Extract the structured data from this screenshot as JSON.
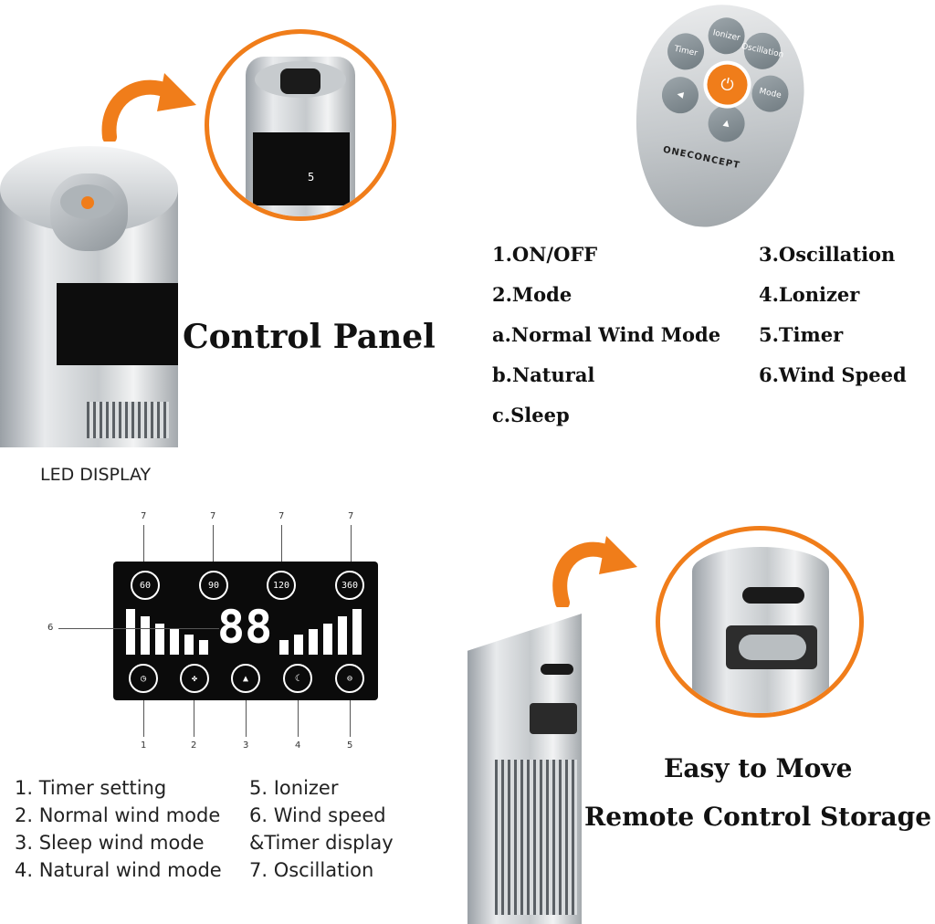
{
  "control_panel": {
    "title": "Control Panel",
    "remote_labels": {
      "timer": "Timer",
      "ionizer": "Ionizer",
      "oscillation": "Oscillation",
      "mode": "Mode",
      "brand": "ONECONCEPT"
    },
    "display_digit": "5",
    "items_left": [
      "1.ON/OFF",
      "2.Mode",
      "a.Normal Wind Mode",
      "b.Natural",
      "c.Sleep"
    ],
    "items_right": [
      "3.Oscillation",
      "4.Lonizer",
      "5.Timer",
      "6.Wind Speed"
    ]
  },
  "led_display": {
    "title": "LED DISPLAY",
    "top_callouts": [
      "7",
      "7",
      "7",
      "7"
    ],
    "angles": [
      "60",
      "90",
      "120",
      "360"
    ],
    "side_callout": "6",
    "digits": "88",
    "bottom_callouts": [
      "1",
      "2",
      "3",
      "4",
      "5"
    ],
    "legend_left": [
      "1. Timer setting",
      "2. Normal wind mode",
      "3. Sleep wind mode",
      "4. Natural wind mode"
    ],
    "legend_right": [
      "5. Ionizer",
      "6. Wind speed",
      "&Timer display",
      "7. Oscillation"
    ],
    "icons": [
      "clock-icon",
      "fan-icon",
      "tree-icon",
      "moon-icon",
      "ionizer-icon"
    ]
  },
  "storage": {
    "title": "Easy to Move",
    "subtitle": "Remote Control Storage"
  },
  "colors": {
    "accent": "#f07d1a",
    "panel": "#0b0b0b"
  }
}
